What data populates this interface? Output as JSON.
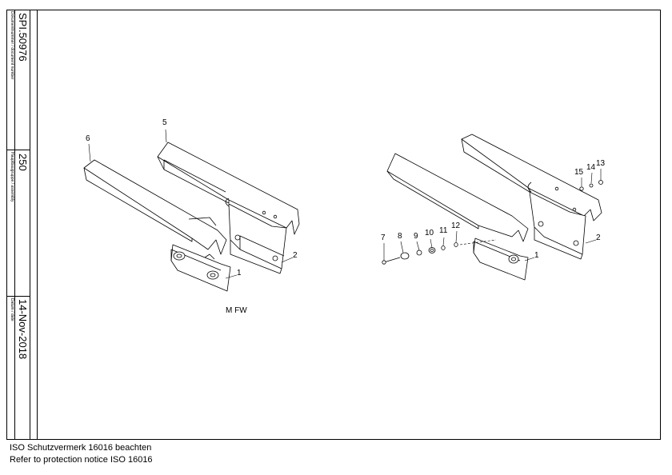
{
  "title_block": {
    "doc_number_label": "Dokumentnummer / document number",
    "doc_number": "SPI.50976",
    "assembly_label": "Hauptbaugruppe / assembly",
    "assembly": "250",
    "date_label": "Datum / date",
    "date": "14-Nov-2018"
  },
  "drawing": {
    "caption": "M FW",
    "left_callouts": [
      "1",
      "2",
      "5",
      "6"
    ],
    "right_callouts": [
      "1",
      "2",
      "7",
      "8",
      "9",
      "10",
      "11",
      "12",
      "13",
      "14",
      "15"
    ]
  },
  "footer": {
    "line1": "ISO Schutzvermerk 16016 beachten",
    "line2": "Refer to protection notice ISO 16016"
  }
}
